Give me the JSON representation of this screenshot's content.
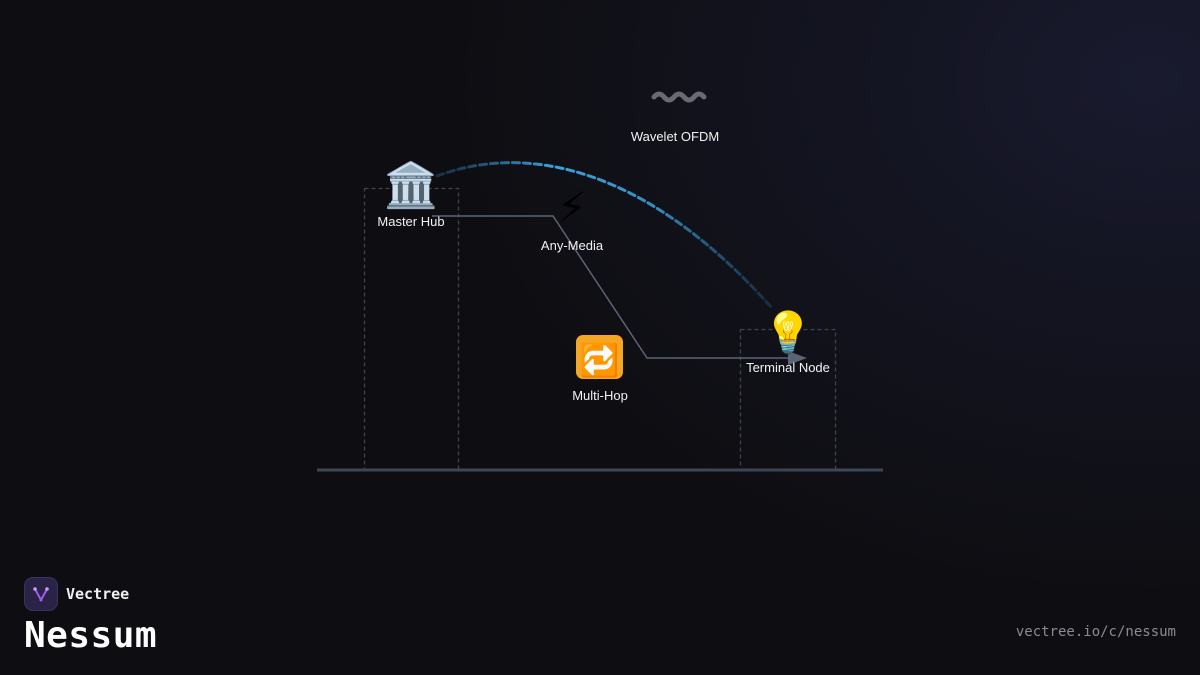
{
  "diagram": {
    "nodes": [
      {
        "id": "master-hub",
        "label": "Master Hub",
        "icon": "classical-building-icon",
        "glyph": "🏛️"
      },
      {
        "id": "any-media",
        "label": "Any-Media",
        "icon": "lightning-bolt-icon",
        "glyph": "⚡"
      },
      {
        "id": "wavelet-ofdm",
        "label": "Wavelet OFDM",
        "icon": "wavy-line-icon",
        "glyph": "〰️"
      },
      {
        "id": "multi-hop",
        "label": "Multi-Hop",
        "icon": "repeat-arrows-icon",
        "glyph": "🔁"
      },
      {
        "id": "terminal-node",
        "label": "Terminal Node",
        "icon": "light-bulb-icon",
        "glyph": "💡"
      }
    ],
    "colors": {
      "path_line": "#5a6474",
      "arc": "#3aa3dc",
      "dashed_box": "#3c4350",
      "baseline": "#3c4654"
    }
  },
  "brand": {
    "logo_icon": "vectree-logo-icon",
    "name": "Vectree",
    "product": "Nessum",
    "url": "vectree.io/c/nessum",
    "accent": "#9b5cf0"
  }
}
